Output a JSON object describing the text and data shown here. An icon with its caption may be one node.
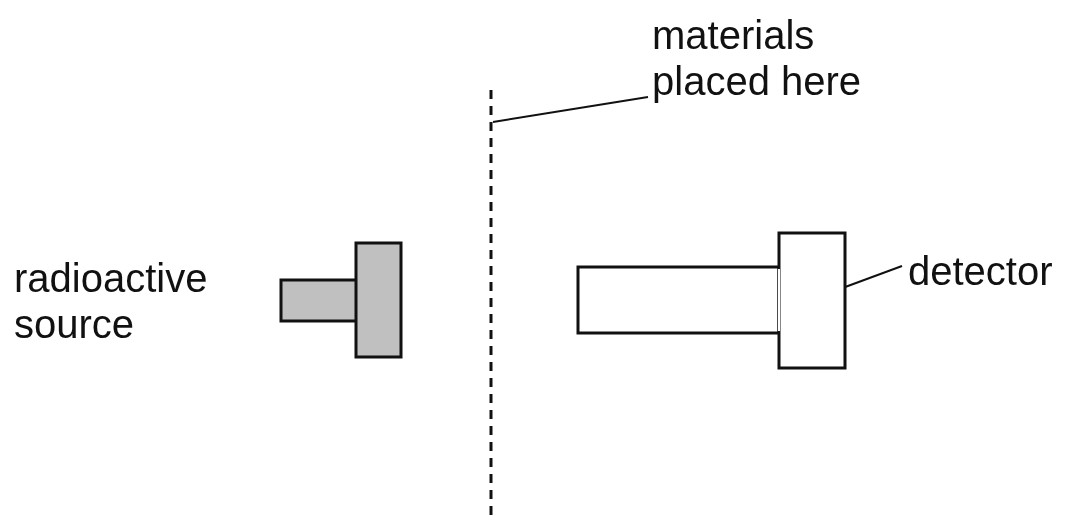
{
  "diagram": {
    "nodes": [
      {
        "text": [
          "materials placed here"
        ]
      },
      {
        "text": [],
        "shape": "line"
      },
      {
        "text": [
          "detector"
        ]
      },
      {
        "text": [],
        "shape": "box"
      }
    ],
    "edges": [
      {
        "from": 0,
        "to": 1,
        "arrow": "none"
      },
      {
        "from": 2,
        "to": 3,
        "arrow": "none"
      }
    ],
    "labels": [
      "radioactive source"
    ]
  }
}
